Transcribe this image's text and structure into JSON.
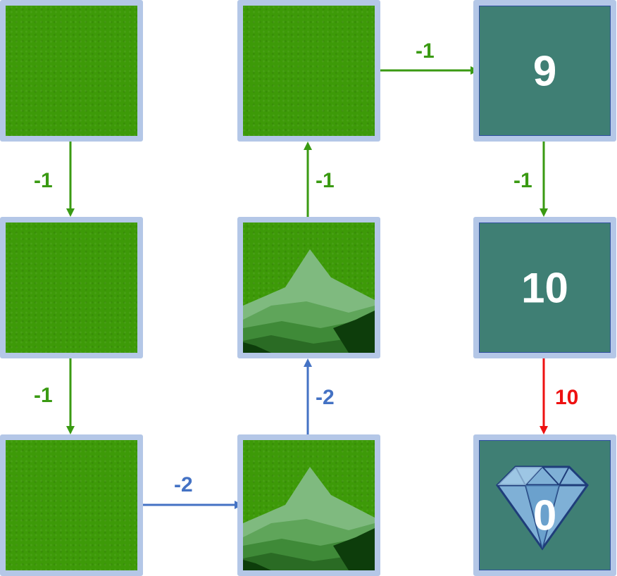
{
  "colors": {
    "green_edge": "#3a9a12",
    "blue_edge": "#4472c4",
    "red_edge": "#ee1111",
    "tile_border": "#b4c7e7",
    "grass": "#3d9a08",
    "water": "#3f7f74"
  },
  "tiles": [
    {
      "id": "r0c0",
      "terrain": "grass",
      "value": ""
    },
    {
      "id": "r0c1",
      "terrain": "grass",
      "value": ""
    },
    {
      "id": "r0c2",
      "terrain": "water",
      "value": "9"
    },
    {
      "id": "r1c0",
      "terrain": "grass",
      "value": ""
    },
    {
      "id": "r1c1",
      "terrain": "mountain",
      "value": ""
    },
    {
      "id": "r1c2",
      "terrain": "water",
      "value": "10"
    },
    {
      "id": "r2c0",
      "terrain": "grass",
      "value": ""
    },
    {
      "id": "r2c1",
      "terrain": "mountain",
      "value": ""
    },
    {
      "id": "r2c2",
      "terrain": "goal",
      "icon": "diamond-icon",
      "value": "0"
    }
  ],
  "edges": [
    {
      "from": "r0c0",
      "to": "r1c0",
      "label": "-1",
      "color": "#3a9a12"
    },
    {
      "from": "r1c0",
      "to": "r2c0",
      "label": "-1",
      "color": "#3a9a12"
    },
    {
      "from": "r2c0",
      "to": "r2c1",
      "label": "-2",
      "color": "#4472c4"
    },
    {
      "from": "r2c1",
      "to": "r1c1",
      "label": "-2",
      "color": "#4472c4"
    },
    {
      "from": "r1c1",
      "to": "r0c1",
      "label": "-1",
      "color": "#3a9a12"
    },
    {
      "from": "r0c1",
      "to": "r0c2",
      "label": "-1",
      "color": "#3a9a12"
    },
    {
      "from": "r0c2",
      "to": "r1c2",
      "label": "-1",
      "color": "#3a9a12"
    },
    {
      "from": "r1c2",
      "to": "r2c2",
      "label": "10",
      "color": "#ee1111"
    }
  ]
}
